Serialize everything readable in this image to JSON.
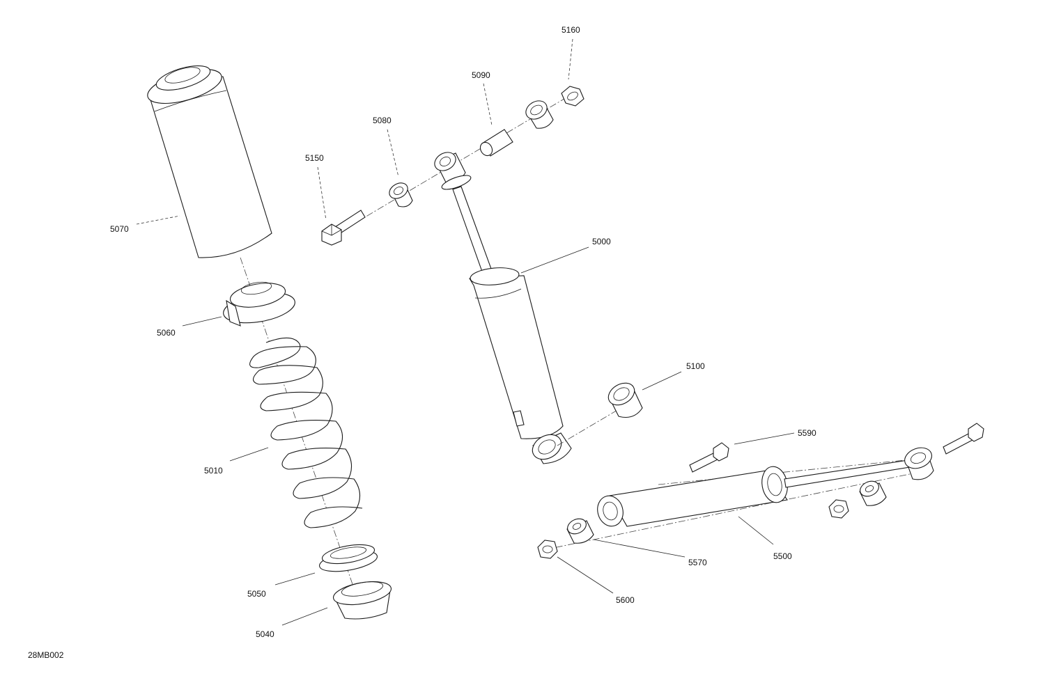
{
  "diagram": {
    "reference_code": "28MB002",
    "parts": [
      {
        "id": "p5070",
        "number": "5070"
      },
      {
        "id": "p5060",
        "number": "5060"
      },
      {
        "id": "p5010",
        "number": "5010"
      },
      {
        "id": "p5050",
        "number": "5050"
      },
      {
        "id": "p5040",
        "number": "5040"
      },
      {
        "id": "p5150",
        "number": "5150"
      },
      {
        "id": "p5080",
        "number": "5080"
      },
      {
        "id": "p5090",
        "number": "5090"
      },
      {
        "id": "p5160",
        "number": "5160"
      },
      {
        "id": "p5000",
        "number": "5000"
      },
      {
        "id": "p5100",
        "number": "5100"
      },
      {
        "id": "p5590",
        "number": "5590"
      },
      {
        "id": "p5570",
        "number": "5570"
      },
      {
        "id": "p5500",
        "number": "5500"
      },
      {
        "id": "p5600",
        "number": "5600"
      }
    ]
  }
}
